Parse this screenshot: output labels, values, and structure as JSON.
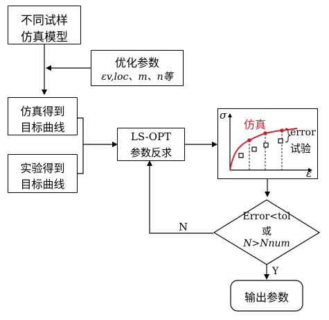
{
  "boxes": {
    "model": {
      "line1": "不同试样",
      "line2": "仿真模型"
    },
    "optimize": {
      "title": "优化参数",
      "params": "εv,loc、m、n等"
    },
    "sim_curve": {
      "line1": "仿真得到",
      "line2": "目标曲线"
    },
    "exp_curve": {
      "line1": "实验得到",
      "line2": "目标曲线"
    },
    "lsopt": {
      "line1": "LS-OPT",
      "line2": "参数反求"
    },
    "output": {
      "label": "输出参数"
    }
  },
  "inset": {
    "y_axis": "σ",
    "x_axis": "ε",
    "sim_label": "仿真",
    "error_label": "error",
    "test_label": "试验"
  },
  "decision": {
    "line1": "Error<tol",
    "line2": "或",
    "line3": "N>Nnum"
  },
  "edges": {
    "no_label": "N",
    "yes_label": "Y"
  },
  "colors": {
    "simulation_curve": "#cc1f2e",
    "lines": "#000000"
  }
}
